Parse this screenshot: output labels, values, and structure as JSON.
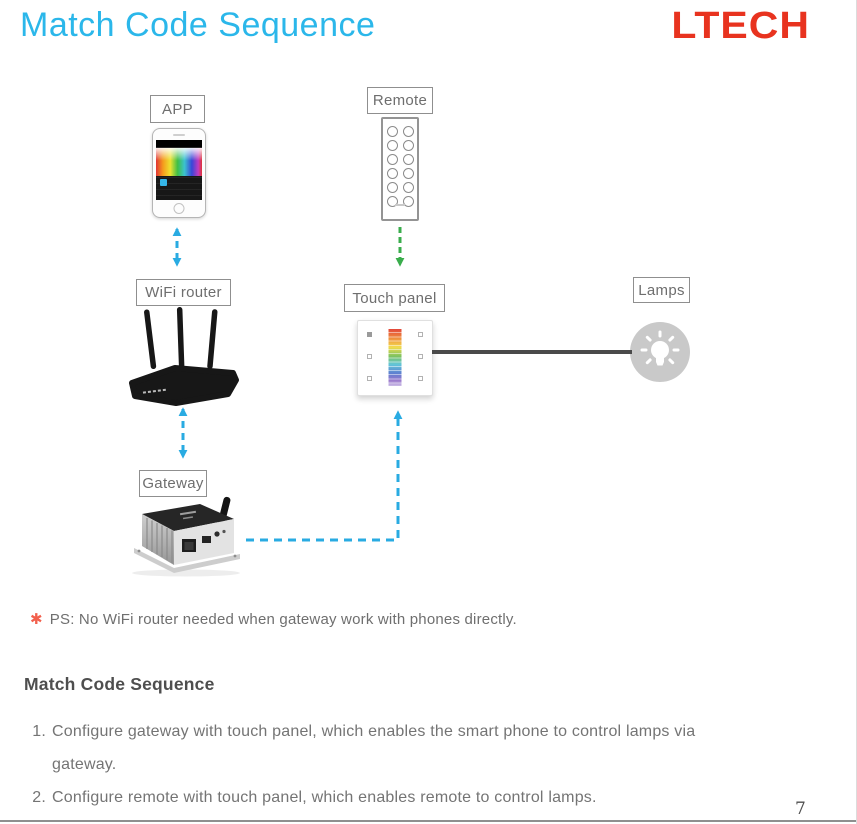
{
  "header": {
    "title": "Match Code Sequence",
    "brand": "LTECH"
  },
  "diagram": {
    "labels": {
      "app": "APP",
      "remote": "Remote",
      "wifi_router": "WiFi router",
      "touch_panel": "Touch panel",
      "lamps": "Lamps",
      "gateway": "Gateway"
    },
    "connections": [
      {
        "from": "APP",
        "to": "WiFi router",
        "style": "dashed",
        "color": "#29abe2",
        "bidirectional": true
      },
      {
        "from": "Remote",
        "to": "Touch panel",
        "style": "dashed",
        "color": "#3aad4c",
        "bidirectional": false
      },
      {
        "from": "WiFi router",
        "to": "Gateway",
        "style": "dashed",
        "color": "#29abe2",
        "bidirectional": true
      },
      {
        "from": "Gateway",
        "to": "Touch panel",
        "style": "dashed",
        "color": "#29abe2",
        "bidirectional": false
      },
      {
        "from": "Touch panel",
        "to": "Lamps",
        "style": "solid",
        "color": "#4a4a4a",
        "bidirectional": false
      }
    ]
  },
  "note": {
    "marker": "✱",
    "text": "PS: No WiFi router needed when gateway work with phones directly."
  },
  "instructions": {
    "heading": "Match Code Sequence",
    "items": [
      {
        "num": "1.",
        "text": "Configure gateway with touch panel, which enables the smart phone to control lamps via gateway."
      },
      {
        "num": "2.",
        "text": "Configure remote with touch panel, which enables remote to control lamps."
      }
    ]
  },
  "footer": {
    "page_number": "7"
  },
  "colors": {
    "title": "#2bb7ea",
    "brand": "#e8331f",
    "arrow_cyan": "#29abe2",
    "arrow_green": "#3aad4c",
    "solid_line": "#4a4a4a",
    "note_marker": "#f2604d"
  }
}
